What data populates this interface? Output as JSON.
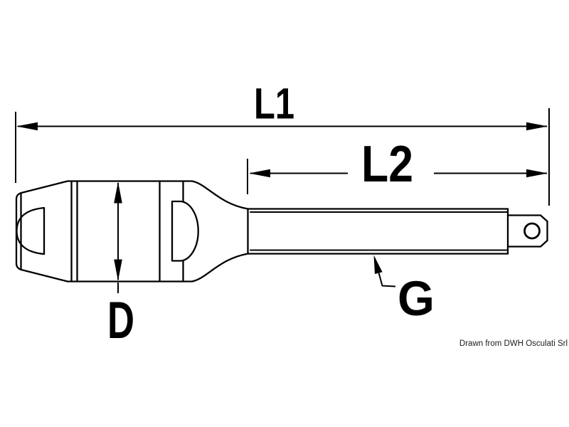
{
  "diagram": {
    "labels": {
      "l1": "L1",
      "l2": "L2",
      "d": "D",
      "g": "G"
    },
    "attribution": "Drawn from DWH Osculati Srl",
    "colors": {
      "line": "#000000",
      "background": "#ffffff"
    }
  }
}
